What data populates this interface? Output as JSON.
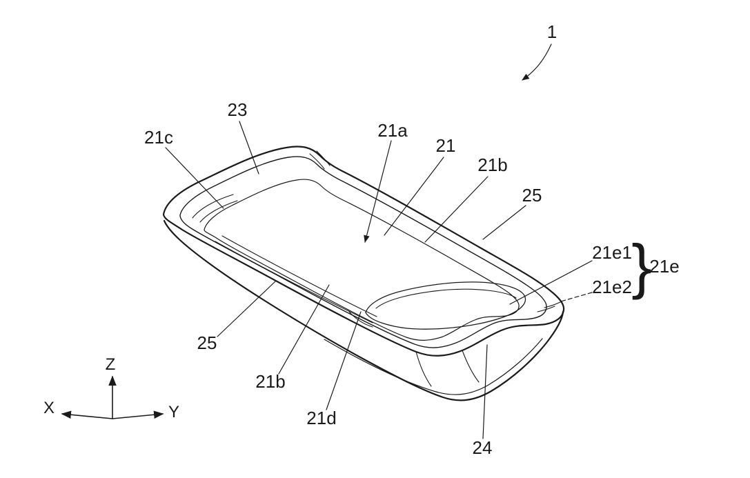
{
  "figure": {
    "type": "patent-line-drawing",
    "description": "Isometric line drawing of a rounded tray-shaped component with reference numerals",
    "background_color": "#ffffff",
    "line_color": "#1a1a1a"
  },
  "labels": {
    "ref_1": "1",
    "ref_23": "23",
    "ref_21c": "21c",
    "ref_21a": "21a",
    "ref_21": "21",
    "ref_21b_upper": "21b",
    "ref_25_upper": "25",
    "ref_21e1": "21e1",
    "ref_21e2": "21e2",
    "ref_21e": "21e",
    "ref_25_lower": "25",
    "ref_21b_lower": "21b",
    "ref_21d": "21d",
    "ref_24": "24",
    "brace": "}"
  },
  "axes": {
    "x": "X",
    "y": "Y",
    "z": "Z"
  }
}
